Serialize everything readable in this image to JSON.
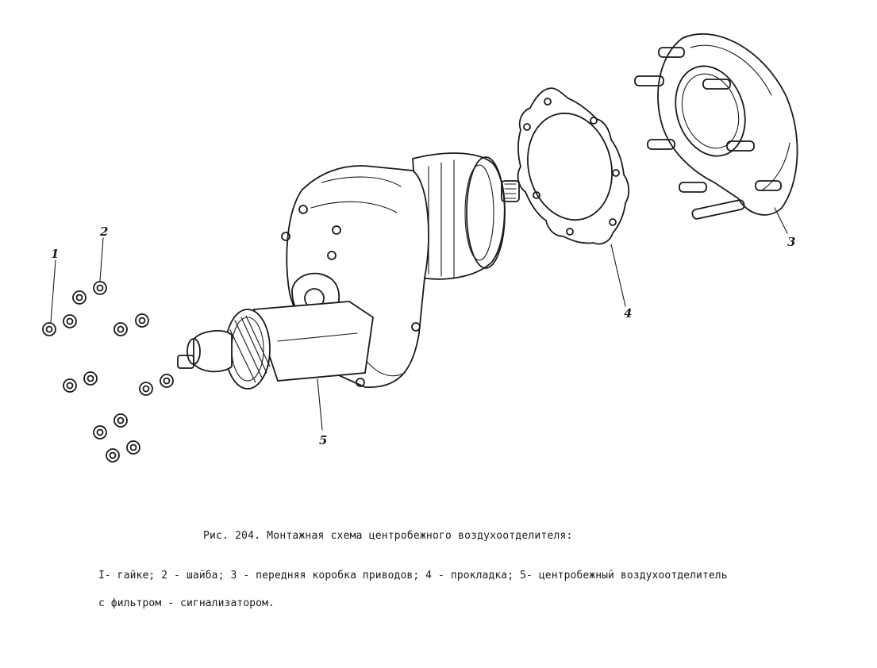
{
  "figure": {
    "caption": "Рис. 204. Монтажная схема центробежного воздухоотделителя:",
    "legend_line1": "I- гайке; 2 - шайба; 3 - передняя коробка приводов; 4 - прокладка; 5- центробежный воздухоотделитель",
    "legend_line2": "с фильтром - сигнализатором.",
    "labels": {
      "nut": "1",
      "washer": "2",
      "front_gearbox": "3",
      "gasket": "4",
      "separator": "5"
    }
  }
}
